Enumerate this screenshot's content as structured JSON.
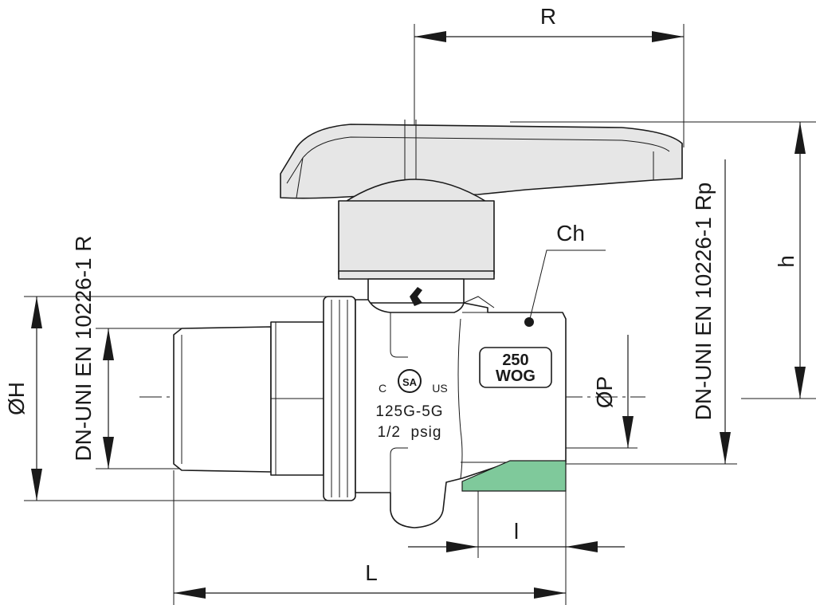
{
  "dimensions": {
    "R": "R",
    "h": "h",
    "Ch": "Ch",
    "OH": "ØH",
    "OP": "ØP",
    "l": "l",
    "L": "L"
  },
  "thread_labels": {
    "left": "DN-UNI EN 10226-1 R",
    "right": "DN-UNI EN 10226-1 Rp"
  },
  "body_marks": {
    "pressure_rating_value": "250",
    "pressure_rating_unit": "WOG",
    "cert_prefix": "C",
    "cert_suffix": "US",
    "cert_logo_text": "SA",
    "rating_line1": "125G-5G",
    "rating_line2": "1/2  psig"
  },
  "colors": {
    "thread_highlight": "#7fc99b",
    "line": "#1a1a1a"
  }
}
